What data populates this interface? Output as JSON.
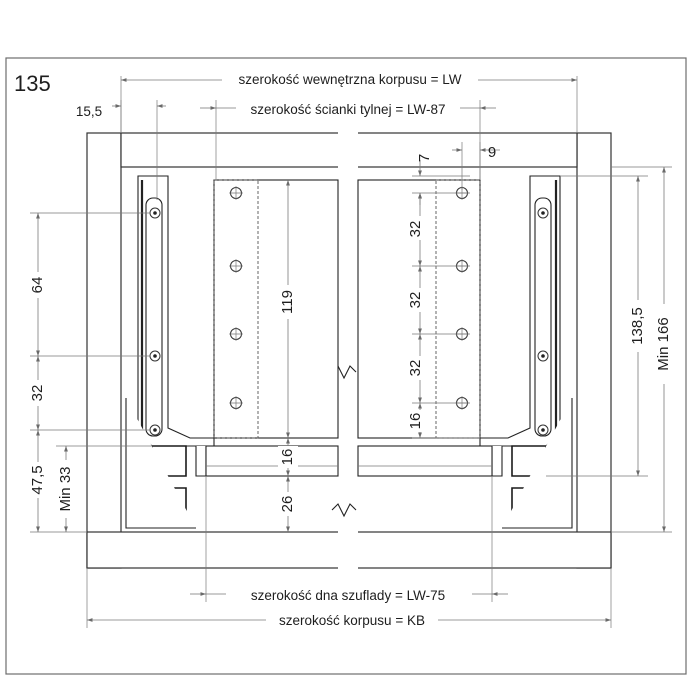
{
  "diagram_number": "135",
  "labels": {
    "internal_width": "szerokość wewnętrzna korpusu = LW",
    "back_panel_width": "szerokość ścianki tylnej = LW-87",
    "drawer_bottom_width": "szerokość dna szuflady = LW-75",
    "cabinet_width": "szerokość korpusu = KB"
  },
  "dimensions": {
    "left_offset": "15,5",
    "top_offset_7": "7",
    "side_offset_9": "9",
    "hole_spacing_a": "32",
    "hole_spacing_b": "32",
    "hole_spacing_c": "32",
    "last_hole": "16",
    "back_height": "119",
    "bottom_16": "16",
    "bottom_26": "26",
    "left_64": "64",
    "left_32": "32",
    "left_47_5": "47,5",
    "left_min_33": "Min 33",
    "right_138_5": "138,5",
    "right_min_166": "Min 166"
  }
}
